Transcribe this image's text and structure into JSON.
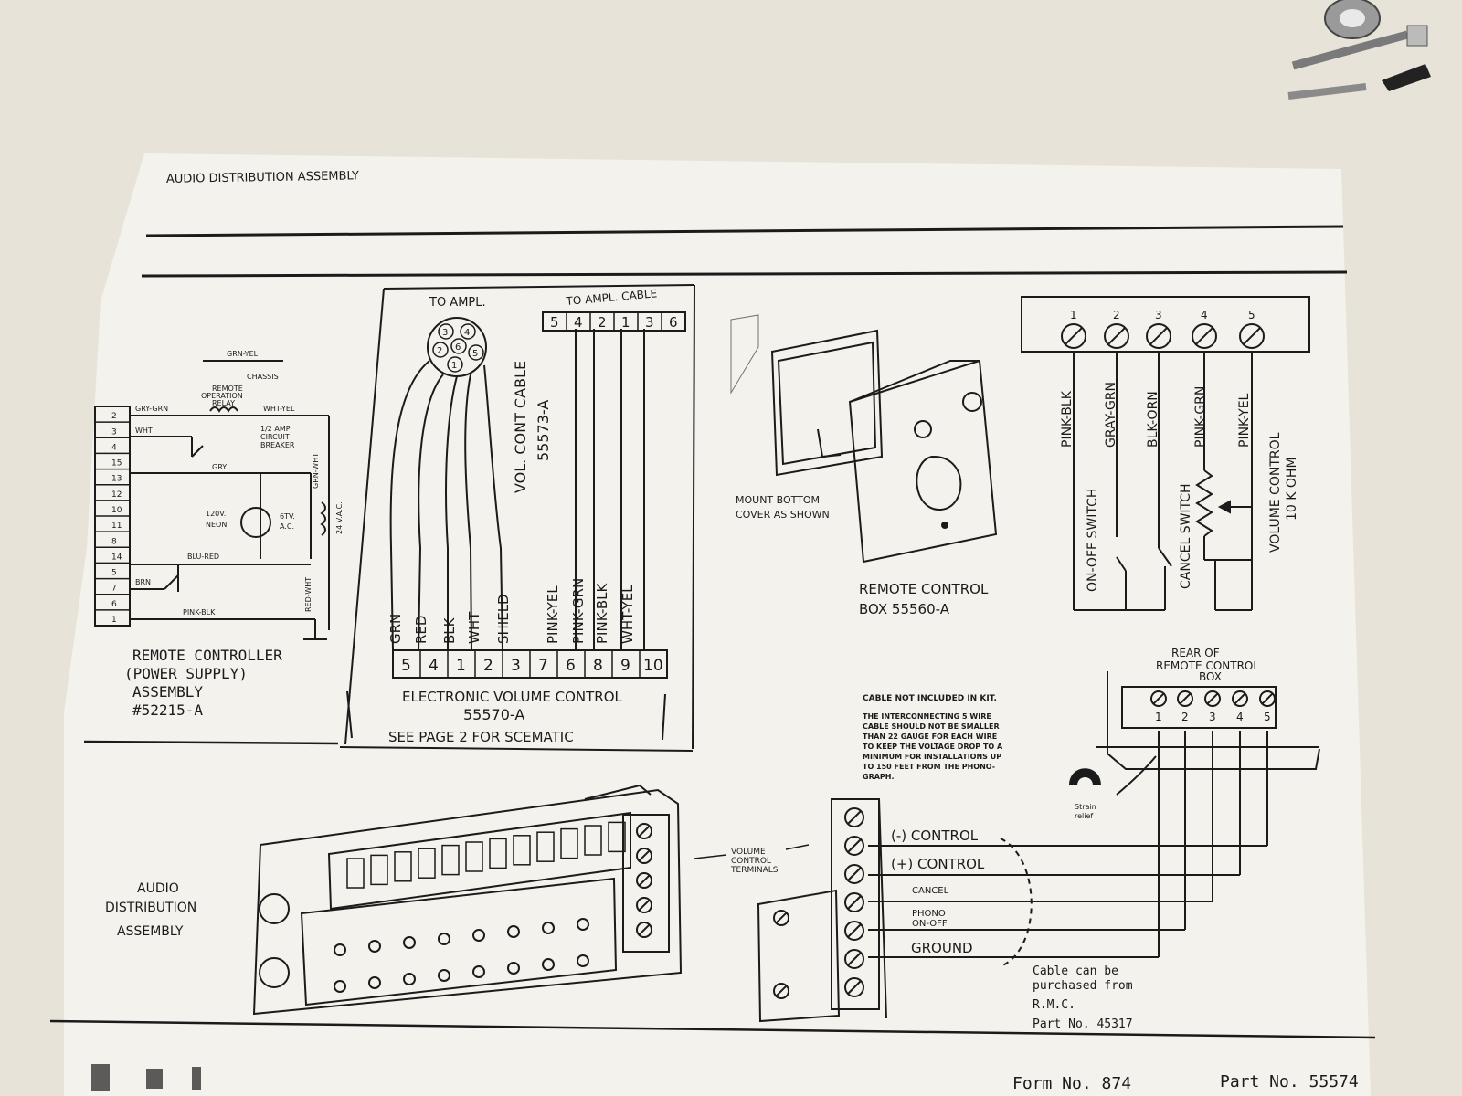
{
  "header": {
    "title": "AUDIO DISTRIBUTION ASSEMBLY"
  },
  "power_supply": {
    "labels": [
      "GRN-YEL",
      "CHASSIS",
      "REMOTE",
      "OPERATION",
      "RELAY",
      "GRY-GRN",
      "WHT-YEL",
      "1/2 AMP",
      "CIRCUIT",
      "BREAKER",
      "WHT",
      "GRY",
      "GRN-WHT",
      "120V.",
      "NEON",
      "6TV.",
      "A.C.",
      "24 V.A.C.",
      "BLU-RED",
      "BRN",
      "RED-WHT",
      "PINK-BLK"
    ],
    "terminals": [
      "2",
      "3",
      "4",
      "15",
      "13",
      "12",
      "10",
      "11",
      "8",
      "14",
      "5",
      "7",
      "6",
      "1"
    ],
    "caption": [
      "REMOTE CONTROLLER",
      "(POWER SUPPLY)",
      "ASSEMBLY",
      "#52215-A"
    ]
  },
  "volume_control": {
    "to_ampl": "TO AMPL.",
    "pins": [
      "3",
      "4",
      "2",
      "6",
      "5",
      "1"
    ],
    "to_ampl_cable": "TO AMPL. CABLE",
    "cable_terminals": [
      "5",
      "4",
      "2",
      "1",
      "3",
      "6"
    ],
    "cable_label": [
      "VOL. CONT CABLE",
      "55573-A"
    ],
    "wires": [
      "GRN",
      "RED",
      "BLK",
      "WHT",
      "SHIELD",
      "PINK-YEL",
      "PINK-GRN",
      "PINK-BLK",
      "WHT-YEL"
    ],
    "terminal_block": [
      "5",
      "4",
      "1",
      "2",
      "3",
      "7",
      "6",
      "8",
      "9",
      "10"
    ],
    "caption": [
      "ELECTRONIC VOLUME CONTROL",
      "55570-A",
      "SEE PAGE 2 FOR SCEMATIC"
    ]
  },
  "remote_box": {
    "mount_note": [
      "MOUNT BOTTOM",
      "COVER AS SHOWN"
    ],
    "caption": [
      "REMOTE CONTROL",
      "BOX 55560-A"
    ]
  },
  "switch_schematic": {
    "terminals": [
      "1",
      "2",
      "3",
      "4",
      "5"
    ],
    "wires": [
      "PINK-BLK",
      "GRAY-GRN",
      "BLK-ORN",
      "PINK-GRN",
      "PINK-YEL"
    ],
    "labels": [
      "ON-OFF SWITCH",
      "CANCEL SWITCH",
      "VOLUME CONTROL",
      "10 K OHM"
    ]
  },
  "rear_box": {
    "title": [
      "REAR OF",
      "REMOTE CONTROL",
      "BOX"
    ],
    "terminals": [
      "1",
      "2",
      "3",
      "4",
      "5"
    ]
  },
  "cable_note": {
    "heading": "CABLE NOT INCLUDED IN KIT.",
    "lines": [
      "THE INTERCONNECTING 5 WIRE",
      "CABLE SHOULD NOT BE SMALLER",
      "THAN 22 GAUGE FOR EACH WIRE",
      "TO KEEP THE VOLTAGE DROP TO A",
      "MINIMUM FOR INSTALLATIONS UP",
      "TO 150 FEET FROM THE PHONO-",
      "GRAPH."
    ],
    "strain_relief": [
      "Strain",
      "relief"
    ]
  },
  "audio_dist": {
    "caption": [
      "AUDIO",
      "DISTRIBUTION",
      "ASSEMBLY"
    ],
    "vc_terminals": [
      "VOLUME",
      "CONTROL",
      "TERMINALS"
    ]
  },
  "terminal_strip": {
    "labels": [
      "(-) CONTROL",
      "(+) CONTROL",
      "CANCEL",
      "PHONO",
      "ON-OFF",
      "GROUND"
    ]
  },
  "purchase_note": [
    "Cable can be",
    "purchased from",
    "R.M.C.",
    "Part No. 45317"
  ],
  "footer": {
    "form": "Form No. 874",
    "part": "Part No. 55574"
  },
  "colors": {
    "paper": "#f4f2ec",
    "ink": "#1b1b1b",
    "table": "#e7e3d8"
  }
}
